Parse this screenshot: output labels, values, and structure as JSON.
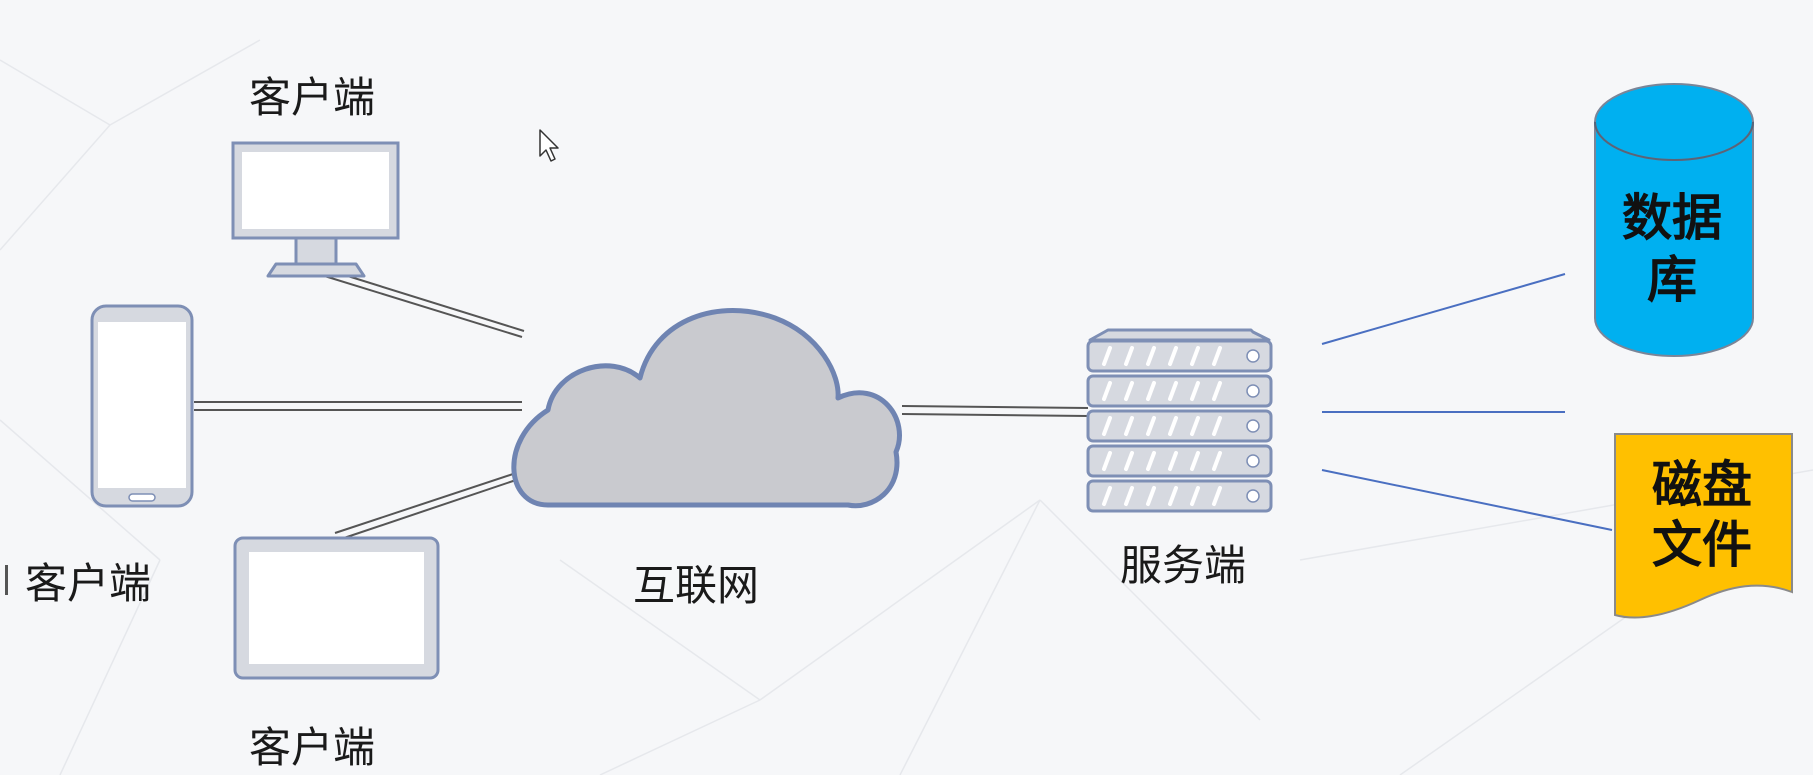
{
  "labels": {
    "client_top": "客户端",
    "client_left": "客户端",
    "client_bottom": "客户端",
    "internet": "互联网",
    "server": "服务端",
    "database_line1": "数据",
    "database_line2": "库",
    "disk_line1": "磁盘",
    "disk_line2": "文件"
  },
  "colors": {
    "background": "#f6f7f9",
    "device_outline": "#7e8fb5",
    "device_fill": "#d6d9e0",
    "cloud_fill": "#c9cacf",
    "cloud_outline": "#6f84b2",
    "database_fill": "#00b0f0",
    "disk_fill": "#ffc000",
    "storage_link": "#4a6fc1",
    "net_link": "#555555"
  },
  "icons": {
    "client_top": "desktop-monitor-icon",
    "client_left": "smartphone-icon",
    "client_bottom": "tablet-icon",
    "internet": "cloud-icon",
    "server": "server-rack-icon",
    "database": "database-cylinder-icon",
    "disk": "document-icon",
    "cursor": "mouse-cursor-icon"
  }
}
